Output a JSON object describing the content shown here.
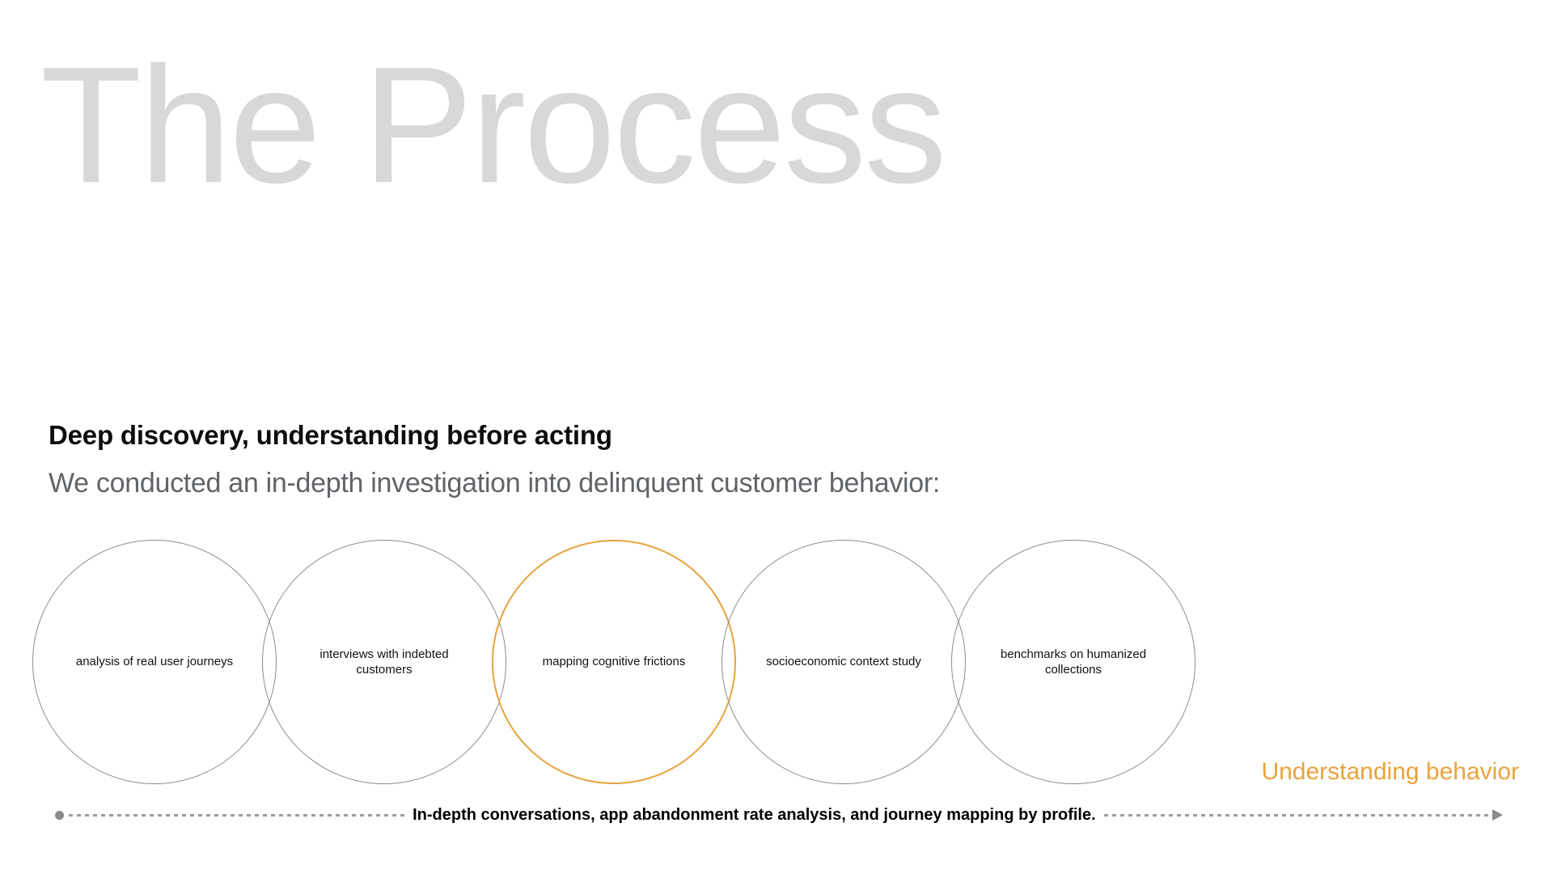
{
  "slide": {
    "background_title": "The Process",
    "heading": "Deep discovery, understanding before acting",
    "subheading": "We conducted an in-depth investigation into delinquent customer behavior:",
    "process_circles": [
      {
        "label": "analysis of real user journeys",
        "highlighted": false
      },
      {
        "label": "interviews with indebted customers",
        "highlighted": false
      },
      {
        "label": "mapping cognitive frictions",
        "highlighted": true
      },
      {
        "label": "socioeconomic context study",
        "highlighted": false
      },
      {
        "label": "benchmarks on humanized collections",
        "highlighted": false
      }
    ],
    "phase_label": "Understanding behavior",
    "timeline": {
      "caption": "In-depth conversations, app abandonment rate analysis, and journey mapping by profile."
    },
    "colors": {
      "accent_orange": "#E8A33D",
      "circle_stroke_gray": "#8C8C8C",
      "title_gray": "#D8D8D8",
      "subheading_gray": "#606468",
      "timeline_gray": "#9B9B9B"
    }
  }
}
